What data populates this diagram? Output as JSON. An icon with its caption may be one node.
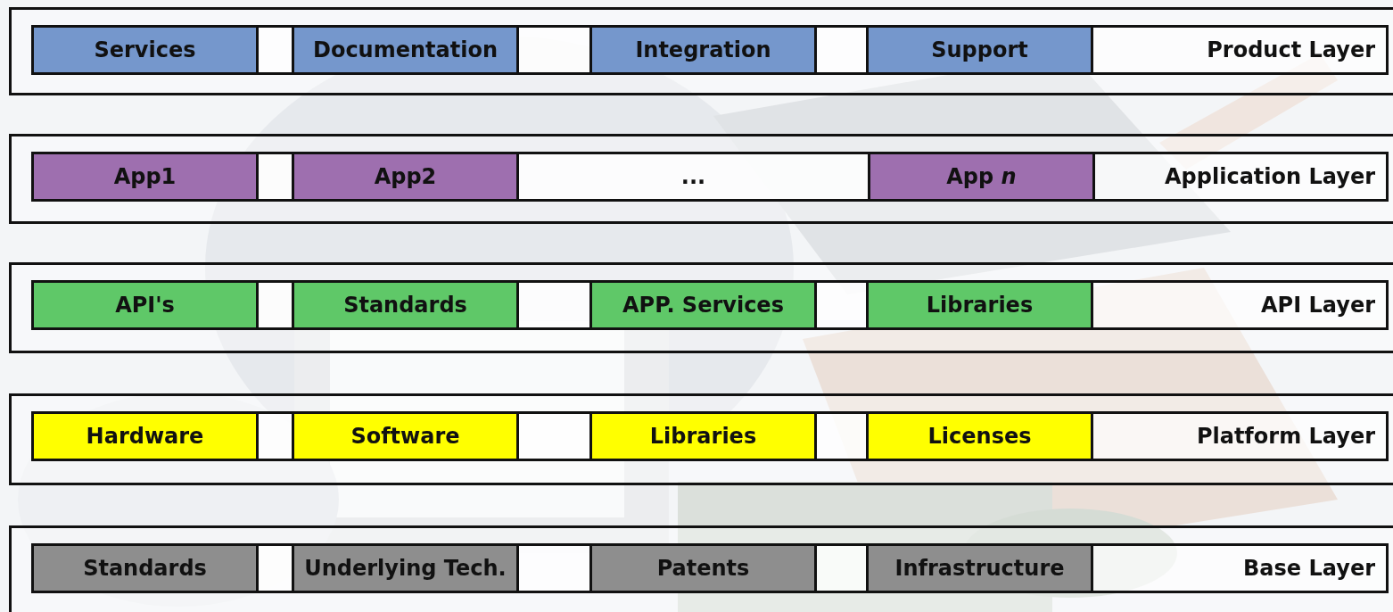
{
  "diagram": {
    "nodes": [
      {
        "text": [
          "Product Layer"
        ]
      },
      {
        "text": [
          "Services"
        ],
        "in": 0
      },
      {
        "text": [],
        "shape": "box",
        "in": 0
      },
      {
        "text": [
          "Documentation"
        ],
        "in": 0
      },
      {
        "text": [],
        "shape": "box",
        "in": 0
      },
      {
        "text": [
          "Integration"
        ],
        "in": 0
      },
      {
        "text": [],
        "shape": "box",
        "in": 0
      },
      {
        "text": [
          "Support"
        ],
        "in": 0
      },
      {
        "text": [
          "Application Layer"
        ]
      },
      {
        "text": [
          "App1"
        ],
        "in": 8
      },
      {
        "text": [],
        "shape": "box",
        "in": 8
      },
      {
        "text": [
          "App2"
        ],
        "in": 8
      },
      {
        "text": [
          "..."
        ],
        "in": 8
      },
      {
        "text": [
          "App *n*"
        ],
        "in": 8
      },
      {
        "text": [
          "API Layer"
        ]
      },
      {
        "text": [
          "API's"
        ],
        "in": 14
      },
      {
        "text": [],
        "shape": "box",
        "in": 14
      },
      {
        "text": [
          "Standards"
        ],
        "in": 14
      },
      {
        "text": [],
        "shape": "box",
        "in": 14
      },
      {
        "text": [
          "APP. Services"
        ],
        "in": 14
      },
      {
        "text": [],
        "shape": "box",
        "in": 14
      },
      {
        "text": [
          "Libraries"
        ],
        "in": 14
      },
      {
        "text": [
          "Platform Layer"
        ]
      },
      {
        "text": [
          "Hardware"
        ],
        "in": 22
      },
      {
        "text": [],
        "shape": "box",
        "in": 22
      },
      {
        "text": [
          "Software"
        ],
        "in": 22
      },
      {
        "text": [],
        "shape": "box",
        "in": 22
      },
      {
        "text": [
          "Libraries"
        ],
        "in": 22
      },
      {
        "text": [],
        "shape": "box",
        "in": 22
      },
      {
        "text": [
          "Licenses"
        ],
        "in": 22
      },
      {
        "text": [
          "Base Layer"
        ]
      },
      {
        "text": [
          "Standards"
        ],
        "in": 30
      },
      {
        "text": [],
        "shape": "box",
        "in": 30
      },
      {
        "text": [
          "Underlying Tech."
        ],
        "in": 30
      },
      {
        "text": [],
        "shape": "box",
        "in": 30
      },
      {
        "text": [
          "Patents"
        ],
        "in": 30
      },
      {
        "text": [],
        "shape": "box",
        "in": 30
      },
      {
        "text": [
          "Infrastructure"
        ],
        "in": 30
      }
    ]
  }
}
